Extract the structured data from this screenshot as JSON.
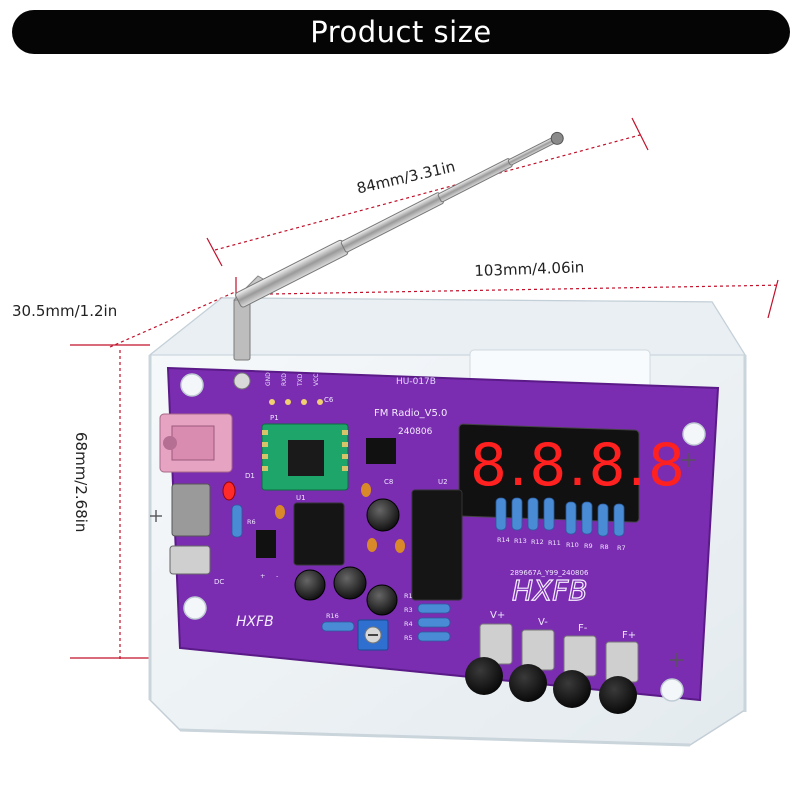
{
  "header": {
    "title": "Product size"
  },
  "dimensions": {
    "antenna": "84mm/3.31in",
    "width": "103mm/4.06in",
    "depth": "30.5mm/1.2in",
    "height": "68mm/2.68in"
  },
  "board": {
    "model": "HU-017B",
    "subtitle": "FM Radio_V5.0",
    "date": "240806",
    "brand": "HXFB",
    "brand_small": "HXFB",
    "code": "289667A_Y99_240806",
    "display_digits": "8.8.8.8",
    "header_pins": [
      "GND",
      "RXD",
      "TXD",
      "VCC"
    ],
    "header_label": "P1",
    "labels": {
      "d1": "D1",
      "r6": "R6",
      "dc": "DC",
      "plus": "+",
      "minus": "-",
      "c6": "C6",
      "u1": "U1",
      "u2": "U2",
      "c8": "C8",
      "r16": "R16",
      "r1": "R1",
      "r14": "R14",
      "r13": "R13",
      "r12": "R12",
      "r11": "R11",
      "r10": "R10",
      "r9": "R9",
      "r8": "R8",
      "r7": "R7",
      "r3": "R3",
      "r4": "R4",
      "r5": "R5"
    },
    "buttons": [
      "V+",
      "V-",
      "F-",
      "F+"
    ]
  },
  "colors": {
    "pcb": "#7a2db0",
    "banner": "#050505",
    "dim_line": "#c0102a",
    "digit": "#ff2020",
    "case": "#eef3f7"
  }
}
